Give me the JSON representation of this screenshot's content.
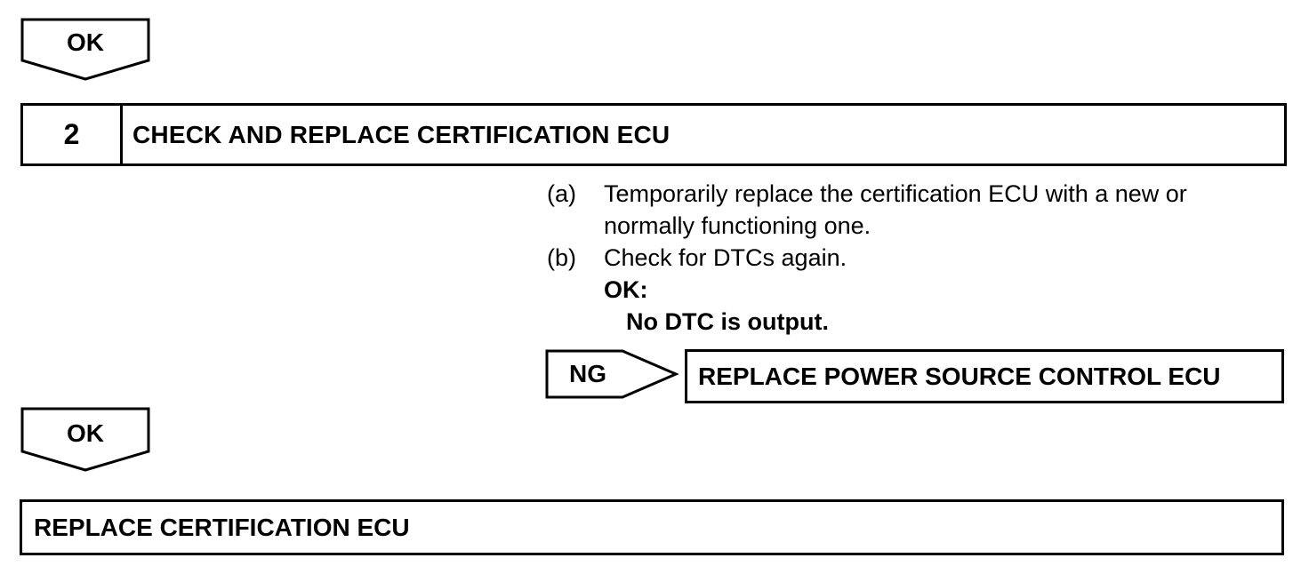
{
  "top_ok_label": "OK",
  "step": {
    "number": "2",
    "title": "CHECK AND REPLACE CERTIFICATION ECU"
  },
  "instructions": [
    {
      "letter": "(a)",
      "lines": [
        "Temporarily replace the certification ECU with a new or",
        "normally functioning one."
      ]
    },
    {
      "letter": "(b)",
      "lines": [
        "Check for DTCs again."
      ]
    }
  ],
  "ok_heading": "OK:",
  "ok_result": "No DTC is output.",
  "ng": {
    "label": "NG",
    "action": "REPLACE POWER SOURCE CONTROL ECU"
  },
  "bottom_ok_label": "OK",
  "final_action": "REPLACE CERTIFICATION ECU"
}
